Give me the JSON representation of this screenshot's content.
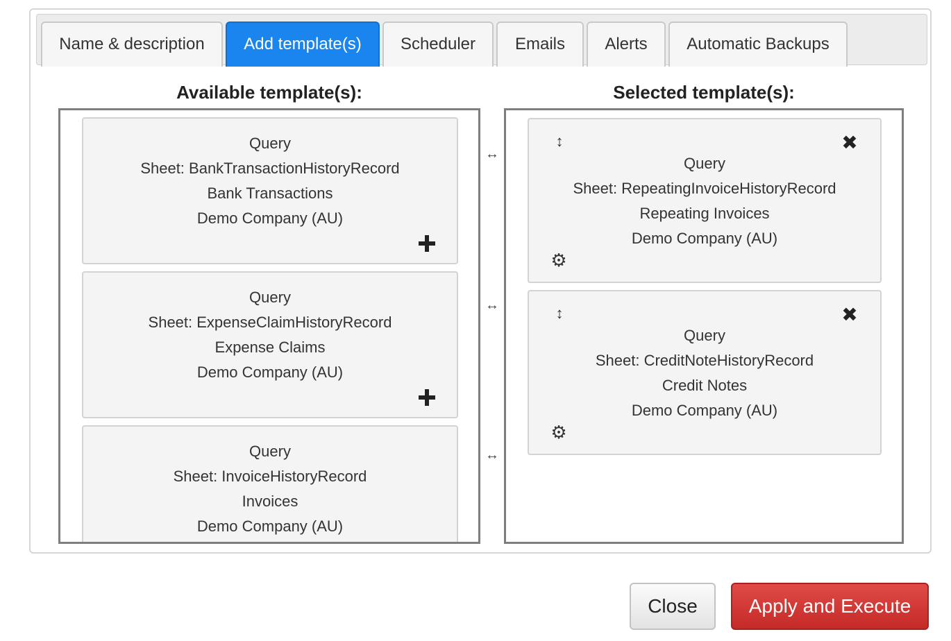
{
  "tabs": [
    {
      "label": "Name & description",
      "active": false
    },
    {
      "label": "Add template(s)",
      "active": true
    },
    {
      "label": "Scheduler",
      "active": false
    },
    {
      "label": "Emails",
      "active": false
    },
    {
      "label": "Alerts",
      "active": false
    },
    {
      "label": "Automatic Backups",
      "active": false
    }
  ],
  "available": {
    "title": "Available template(s):",
    "items": [
      {
        "type": "Query",
        "sheet": "Sheet: BankTransactionHistoryRecord",
        "name": "Bank Transactions",
        "company": "Demo Company (AU)"
      },
      {
        "type": "Query",
        "sheet": "Sheet: ExpenseClaimHistoryRecord",
        "name": "Expense Claims",
        "company": "Demo Company (AU)"
      },
      {
        "type": "Query",
        "sheet": "Sheet: InvoiceHistoryRecord",
        "name": "Invoices",
        "company": "Demo Company (AU)"
      }
    ]
  },
  "selected": {
    "title": "Selected template(s):",
    "items": [
      {
        "type": "Query",
        "sheet": "Sheet: RepeatingInvoiceHistoryRecord",
        "name": "Repeating Invoices",
        "company": "Demo Company (AU)"
      },
      {
        "type": "Query",
        "sheet": "Sheet: CreditNoteHistoryRecord",
        "name": "Credit Notes",
        "company": "Demo Company (AU)"
      }
    ]
  },
  "icons": {
    "add": "plus-icon",
    "remove": "close-icon",
    "reorder": "vertical-move-icon",
    "settings": "gear-icon",
    "transfer": "horizontal-arrows-icon"
  },
  "footer": {
    "close_label": "Close",
    "apply_label": "Apply and Execute"
  },
  "colors": {
    "active_tab": "#1a84ef",
    "apply_button": "#d13b38"
  }
}
